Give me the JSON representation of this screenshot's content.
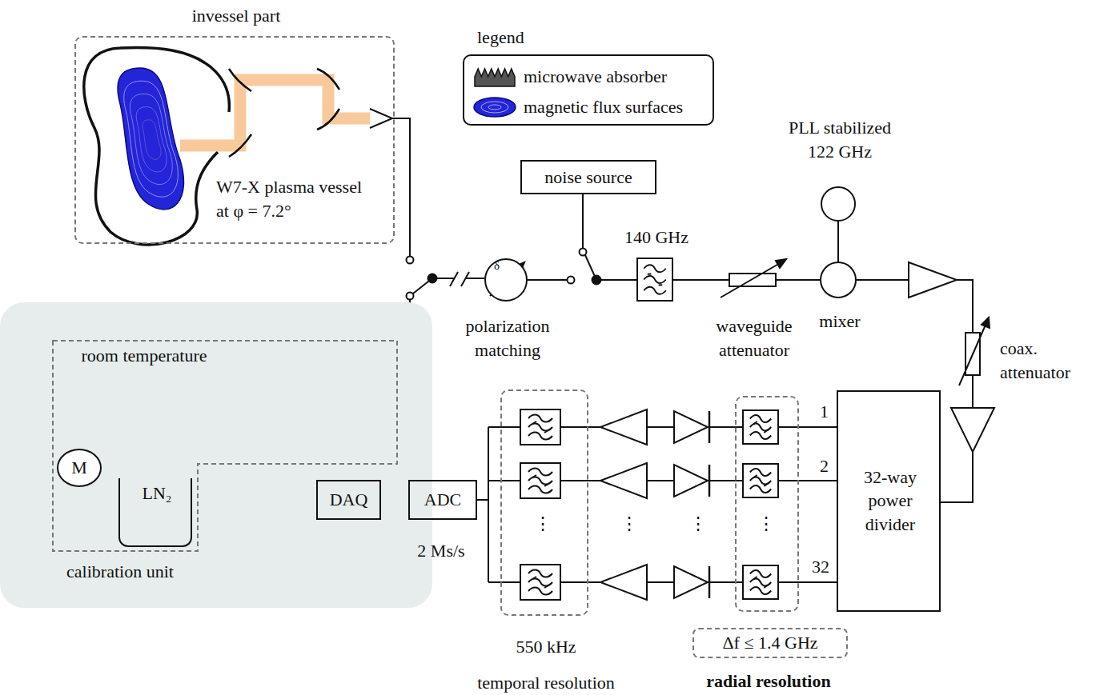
{
  "diagram": {
    "nodes": [
      {
        "text": [
          "invessel part",
          "W7-X plasma vessel at φ = 7.2°"
        ]
      },
      {
        "text": [
          "calibration unit"
        ]
      },
      {
        "text": [
          "room temperature"
        ],
        "in": 1
      },
      {
        "text": [
          "M"
        ],
        "in": 2
      },
      {
        "text": [
          "LN₂"
        ],
        "in": 2
      },
      {
        "text": [
          "δ",
          "polarization matching"
        ]
      },
      {
        "text": [
          "noise source"
        ]
      },
      {
        "text": [
          "140 GHz"
        ]
      },
      {
        "text": [
          "waveguide attenuator"
        ]
      },
      {
        "text": [
          "PLL stabilized 122 GHz"
        ]
      },
      {
        "text": [
          "mixer"
        ]
      },
      {
        "text": [
          "coax. attenuator"
        ]
      },
      {
        "text": [
          "32-way power divider"
        ]
      },
      {
        "text": [
          "Δf ≤ 1.4 GHz",
          "radial resolution"
        ]
      },
      {
        "text": [
          "550 kHz",
          "temporal resolution"
        ]
      },
      {
        "text": [
          "ADC",
          "2 Ms/s"
        ]
      },
      {
        "text": [
          "DAQ"
        ]
      }
    ],
    "edges": [
      {
        "from": 0,
        "to": 5,
        "arrow": "none"
      },
      {
        "from": 2,
        "to": 5,
        "arrow": "none"
      },
      {
        "from": 5,
        "to": 7,
        "arrow": "none"
      },
      {
        "from": 6,
        "to": 7,
        "arrow": "none"
      },
      {
        "from": 7,
        "to": 8,
        "arrow": "none"
      },
      {
        "from": 8,
        "to": 10,
        "arrow": "none"
      },
      {
        "from": 9,
        "to": 10,
        "arrow": "none"
      },
      {
        "from": 10,
        "to": 11,
        "arrow": "none"
      },
      {
        "from": 11,
        "to": 12,
        "arrow": "none"
      },
      {
        "from": 12,
        "to": 13,
        "arrow": "none"
      },
      {
        "from": 13,
        "to": 14,
        "arrow": "none"
      },
      {
        "from": 14,
        "to": 15,
        "arrow": "none"
      },
      {
        "from": 15,
        "to": 16,
        "arrow": "none"
      }
    ],
    "labels": [
      "legend",
      "1",
      "2",
      "32",
      "⋮",
      "⋮",
      "⋮",
      "⋮"
    ],
    "legend": [
      {
        "text": "microwave absorber"
      },
      {
        "text": "magnetic flux surfaces",
        "color": "#2424d8"
      }
    ]
  }
}
